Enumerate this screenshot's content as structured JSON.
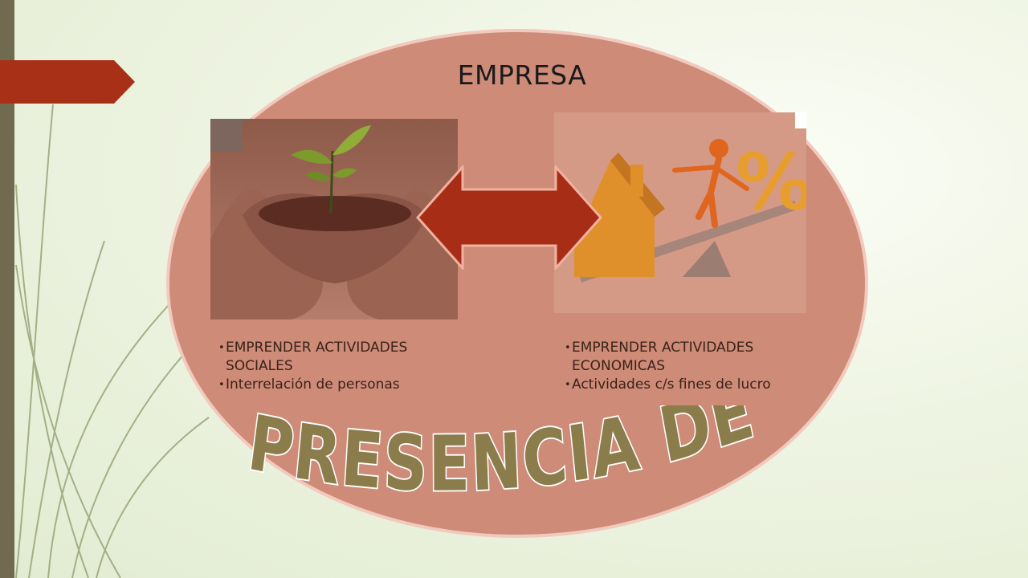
{
  "slide": {
    "title": "EMPRESA",
    "colors": {
      "background": "#eef4e2",
      "accent_red": "#a83017",
      "oval_fill": "#cd8b78",
      "oval_border": "#f2c9bd",
      "sidebar": "#6f6a50",
      "wordart_fill": "#8b7d4b"
    },
    "left_panel": {
      "image": "hands-holding-seedling-photo",
      "bullets": [
        "EMPRENDER ACTIVIDADES SOCIALES",
        "Interrelación de personas"
      ]
    },
    "right_panel": {
      "image": "house-seesaw-percent-figure-illustration",
      "bullets": [
        "EMPRENDER ACTIVIDADES ECONOMICAS",
        "Actividades c/s fines de lucro"
      ]
    },
    "connector": "double-headed-arrow-icon",
    "banner": "PRESENCIA DEL IURE"
  }
}
